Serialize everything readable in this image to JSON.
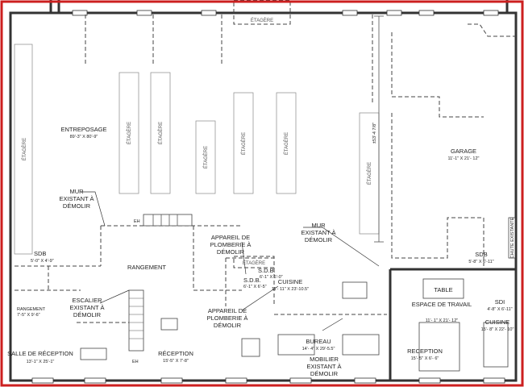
{
  "rooms": {
    "entreposage": {
      "name": "ENTREPOSAGE",
      "dims": "89'-3\" X 80'-9\""
    },
    "garage": {
      "name": "GARAGE",
      "dims": "11'-1\" X 21'- 12\""
    },
    "rangement": {
      "name": "RANGEMENT"
    },
    "rangement_small": {
      "name": "RANGEMENT",
      "dims": "7'-5\" X 9'-6\""
    },
    "sdb_left": {
      "name": "SDB",
      "dims": "5'-0\" X 4'-9\""
    },
    "sdb1": {
      "name": "S.D.B.",
      "dims": "6'-1\" X 6'-5\""
    },
    "sdb2": {
      "name": "S.D.B.",
      "dims": "6'-1\" X 6'-0\""
    },
    "cuisine": {
      "name": "CUISINE",
      "dims": "11'- 11\" X 23'-10.5\""
    },
    "salle_reception": {
      "name": "SALLE DE RÉCEPTION",
      "dims": "13'-1\" X 25'-1\""
    },
    "reception1": {
      "name": "RÉCEPTION",
      "dims": "15'-5\" X 7'-8\""
    },
    "bureau": {
      "name": "BUREAU",
      "dims": "14'- 4\" X 29'-5.5\""
    },
    "espace_travail": {
      "name": "ESPACE DE TRAVAIL",
      "dims": "11'- 1\" X 21'- 12\""
    },
    "reception2": {
      "name": "RECEPTION",
      "dims": "15'- 5\" X 6'- 6\""
    },
    "sdb_right": {
      "name": "SDB",
      "dims": "5'-8\" X 6'-11\""
    },
    "sdi": {
      "name": "SDI",
      "dims": "4'-8\" X 6'-11\""
    },
    "cuisine_right": {
      "name": "CUISINE",
      "dims": "15'- 8\" X 22'- 10\""
    }
  },
  "shelf_label": "ÉTAGÈRE",
  "labels": {
    "table": "TABLE",
    "chute": "CHUTE EXISTANTE",
    "eh": "EH",
    "dimension_vertical": "±53'-4 7/8\""
  },
  "annotations": {
    "mur_existant": "MUR EXISTANT À DÉMOLIR",
    "escalier": "ESCALIER EXISTANT À DÉMOLIR",
    "appareil": "APPAREIL DE PLOMBERIE À DÉMOLIR",
    "mobilier": "MOBILIER EXISTANT À DÉMOLIR"
  },
  "colors": {
    "border": "#cc1f1f",
    "wall": "#333333"
  }
}
